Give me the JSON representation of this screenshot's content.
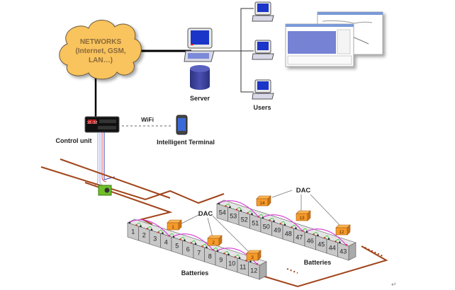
{
  "diagram": {
    "network": {
      "line1": "NETWORKS",
      "line2": "(Internet, GSM,",
      "line3": "LAN…)"
    },
    "server_label": "Server",
    "users_label": "Users",
    "control_unit_label": "Control unit",
    "wifi_label": "WiFi",
    "terminal_label": "Intelligent Terminal",
    "control_display": "12.12",
    "dac_label_left": "DAC",
    "dac_label_right": "DAC",
    "batteries_label_left": "Batteries",
    "batteries_label_right": "Batteries",
    "dac_modules_left": [
      "1",
      "2",
      "3"
    ],
    "dac_modules_right": [
      "14",
      "13",
      "12"
    ],
    "battery_string_left": [
      "1",
      "2",
      "3",
      "4",
      "5",
      "6",
      "7",
      "8",
      "9",
      "10",
      "11",
      "12"
    ],
    "battery_string_right": [
      "54",
      "53",
      "52",
      "51",
      "50",
      "49",
      "48",
      "47",
      "46",
      "45",
      "44",
      "43"
    ],
    "paragraph_mark": "↵"
  },
  "colors": {
    "cloud_fill": "#f9c35d",
    "cloud_text": "#8a6a3a",
    "wire": "#a0441a",
    "monitor_screen": "#1a35c8",
    "server_db": "#3a3f9a",
    "battery_face": "#c8c8c8",
    "dac_box": "#f59a2a",
    "jumper_magenta": "#d838d8",
    "jumper_green": "#38c838",
    "sensor_green": "#6fbf2a"
  }
}
